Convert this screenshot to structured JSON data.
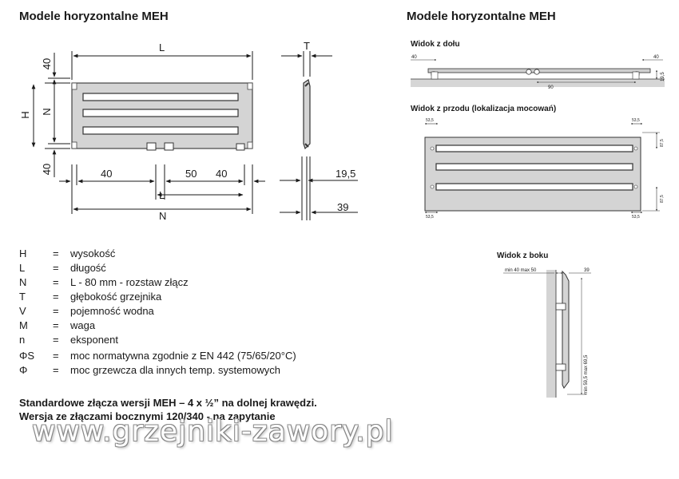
{
  "left_title": "Modele horyzontalne MEH",
  "right_title": "Modele horyzontalne MEH",
  "front_view": {
    "dim_L_top": "L",
    "dim_40_top": "40",
    "dim_H": "H",
    "dim_N_vertical": "N",
    "dim_40_bottom": "40",
    "dim_40_left": "40",
    "dim_50": "50",
    "dim_40_right": "40",
    "dim_L_bottom": "L",
    "dim_N_bottom": "N"
  },
  "side_view": {
    "dim_T": "T",
    "dim_19_5": "19,5",
    "dim_39": "39"
  },
  "bottom_view": {
    "title": "Widok z dołu",
    "dim_40_left": "40",
    "dim_40_right": "40",
    "dim_90": "90",
    "dim_19_5": "19,5"
  },
  "front_mount_view": {
    "title": "Widok z przodu (lokalizacja mocowań)",
    "dim_53_5": "53,5",
    "dim_87_5": "87,5"
  },
  "side_mount_view": {
    "title": "Widok z boku",
    "dim_top": "min  40  max  50",
    "dim_39": "39",
    "dim_vertical": "min 59,5  max  69,5"
  },
  "legend": [
    {
      "sym": "H",
      "def": "wysokość"
    },
    {
      "sym": "L",
      "def": "długość"
    },
    {
      "sym": "N",
      "def": "L - 80 mm - rozstaw złącz"
    },
    {
      "sym": "T",
      "def": "głębokość grzejnika"
    },
    {
      "sym": "V",
      "def": "pojemność wodna"
    },
    {
      "sym": "M",
      "def": "waga"
    },
    {
      "sym": "n",
      "def": "eksponent"
    },
    {
      "sym": "ΦS",
      "def": "moc normatywna zgodnie z EN 442 (75/65/20°C)"
    },
    {
      "sym": "Φ",
      "def": "moc grzewcza dla innych temp. systemowych"
    }
  ],
  "legend_eq": "=",
  "note_1": "Standardowe złącza wersji MEH – 4 x ½” na dolnej krawędzi.",
  "note_2": "Wersja ze złączami bocznymi 120/340 - na zapytanie",
  "watermark": "www.grzejniki-zawory.pl"
}
